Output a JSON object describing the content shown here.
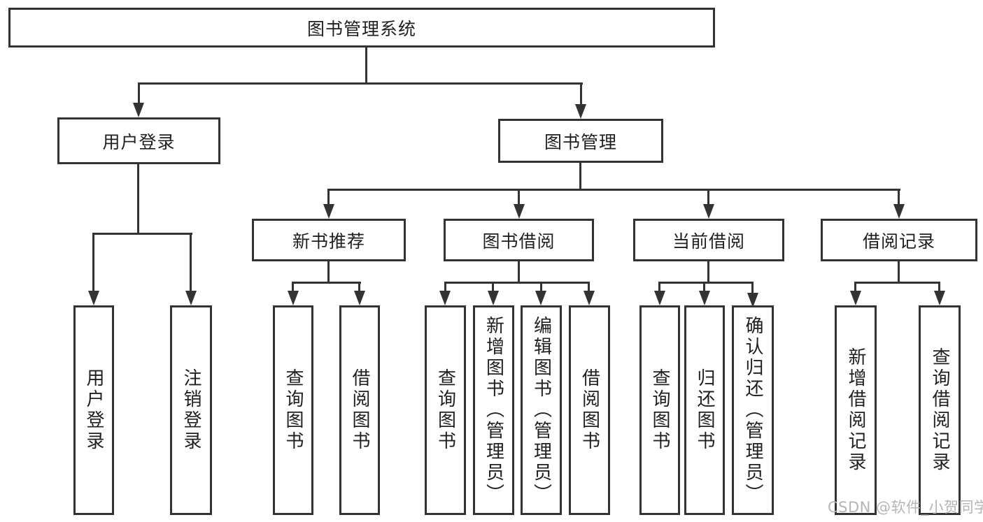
{
  "tree": {
    "root": {
      "label": "图书管理系统",
      "children": [
        {
          "label": "用户登录",
          "children": [
            {
              "label": "用户登录"
            },
            {
              "label": "注销登录"
            }
          ]
        },
        {
          "label": "图书管理",
          "children": [
            {
              "label": "新书推荐",
              "children": [
                {
                  "label": "查询图书"
                },
                {
                  "label": "借阅图书"
                }
              ]
            },
            {
              "label": "图书借阅",
              "children": [
                {
                  "label": "查询图书"
                },
                {
                  "label": "新增图书（管理员）"
                },
                {
                  "label": "编辑图书（管理员）"
                },
                {
                  "label": "借阅图书"
                }
              ]
            },
            {
              "label": "当前借阅",
              "children": [
                {
                  "label": "查询图书"
                },
                {
                  "label": "归还图书"
                },
                {
                  "label": "确认归还（管理员）"
                }
              ]
            },
            {
              "label": "借阅记录",
              "children": [
                {
                  "label": "新增借阅记录"
                },
                {
                  "label": "查询借阅记录"
                }
              ]
            }
          ]
        }
      ]
    }
  },
  "watermark": {
    "text": "CSDN @软件_小贺同学"
  },
  "colors": {
    "line": "#333333",
    "box_border": "#333333",
    "text": "#1f1f1f",
    "watermark": "#b5b5b5",
    "background": "#ffffff"
  }
}
